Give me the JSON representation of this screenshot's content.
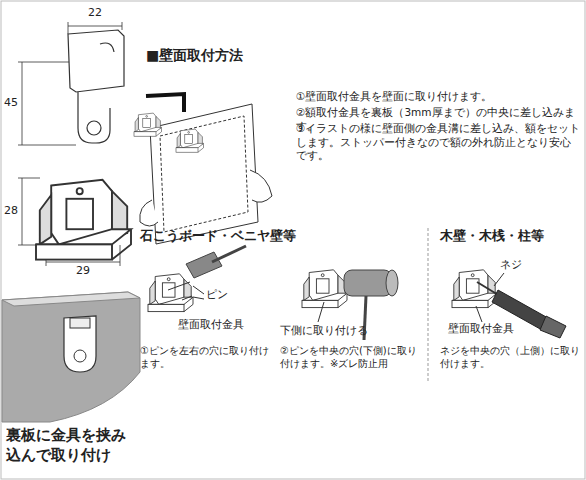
{
  "diagram": {
    "title": "■壁面取付方法",
    "labels": [
      "22",
      "45",
      "28",
      "29",
      "①壁面取付金具を壁面に取り付けます。",
      "②額取付金具を裏板（3mm厚まで）の中央に差し込みます。",
      "③イラストの様に壁面側の金具溝に差し込み、額をセットします。ストッパー付きなので額の外れ防止となり安心です。",
      "石こうボード・ベニヤ壁等",
      "ピン",
      "壁面取付金具",
      "下側に取り付ける",
      "①ピンを左右の穴に取り付けます。",
      "②ピンを中央の穴(下側)に取り付けます。※ズレ防止用",
      "木壁・木桟・柱等",
      "ネジ",
      "壁面取付金具",
      "ネジを中央の穴（上側）に取り付けます。",
      "裏板に金具を挟み込んで取り付け"
    ]
  }
}
